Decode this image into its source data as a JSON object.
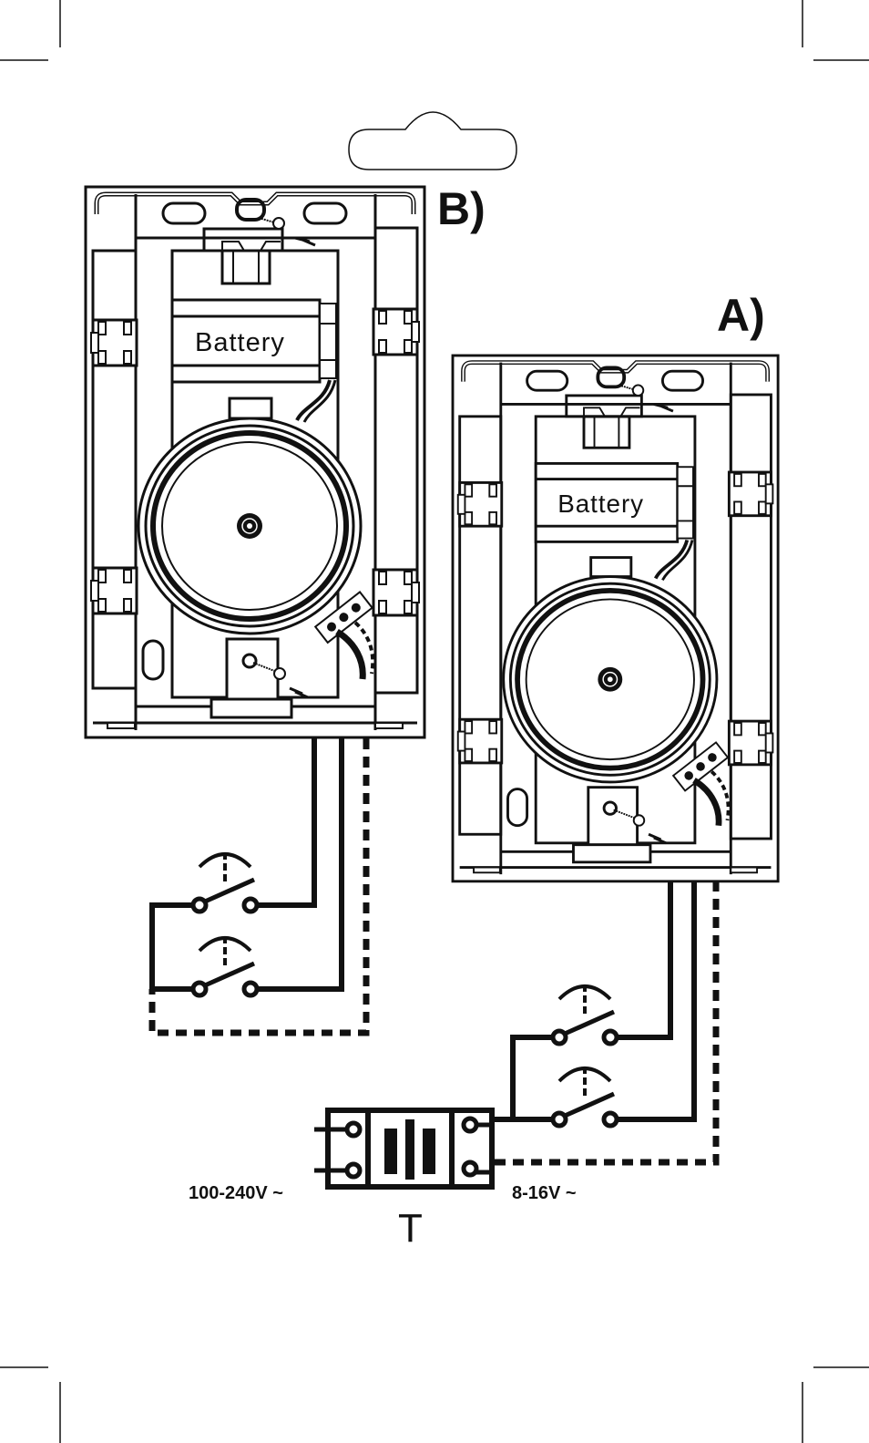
{
  "diagram": {
    "title": "Door chime wiring diagram",
    "colors": {
      "ink": "#111111",
      "background": "#ffffff"
    },
    "units": [
      {
        "id": "B",
        "label": "B)",
        "battery_label": "Battery",
        "power": "battery + transformer wiring (dashed optional)"
      },
      {
        "id": "A",
        "label": "A)",
        "battery_label": "Battery",
        "power": "transformer"
      }
    ],
    "transformer": {
      "label": "T",
      "input_voltage": "100-240V ~",
      "output_voltage": "8-16V ~"
    },
    "push_buttons_per_unit": 2,
    "legend": {
      "solid_line": "wire",
      "dashed_line": "optional wire"
    }
  }
}
